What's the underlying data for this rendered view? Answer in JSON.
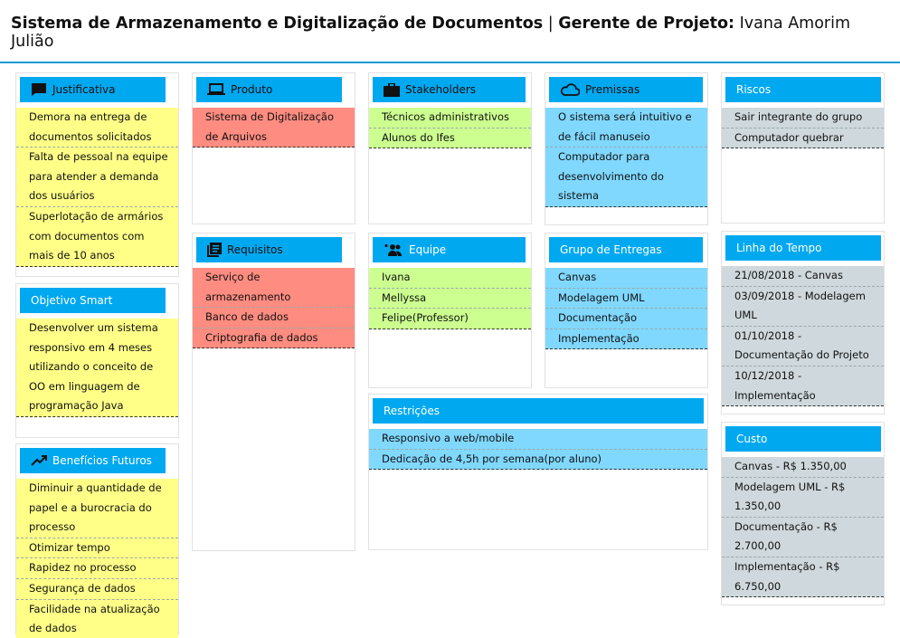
{
  "header": {
    "title": "Sistema de Armazenamento e Digitalização de Documentos",
    "separator": "|",
    "manager_label": "Gerente de Projeto:",
    "manager_name": "Ivana Amorim Julião"
  },
  "colors": {
    "header_blue": "#00a8f0",
    "yellow": "#ffff88",
    "red": "#ff8c80",
    "green": "#ccff90",
    "blue": "#80d8ff",
    "grey": "#cfd8dc"
  },
  "cards": {
    "justificativa": {
      "title": "Justificativa",
      "icon": "feedback-icon",
      "groups": [
        [
          "Demora na entrega de",
          "documentos solicitados"
        ],
        [
          "Falta de pessoal na equipe",
          "para atender a demanda",
          "dos usuários"
        ],
        [
          "Superlotação de armários",
          "com documentos com",
          "mais de 10 anos"
        ]
      ]
    },
    "objetivo": {
      "title": "Objetivo Smart",
      "icon": "",
      "groups": [
        [
          "Desenvolver um sistema",
          "responsivo em 4 meses",
          "utilizando o conceito de",
          "OO em linguagem de",
          "programação Java"
        ]
      ]
    },
    "beneficios": {
      "title": "Benefícios Futuros",
      "icon": "trending-up-icon",
      "groups": [
        [
          "Diminuir a quantidade de",
          "papel e a burocracia do",
          "processo"
        ],
        [
          "Otimizar tempo"
        ],
        [
          "Rapidez no processo"
        ],
        [
          "Segurança de dados"
        ],
        [
          "Facilidade na atualização",
          "de dados"
        ]
      ]
    },
    "produto": {
      "title": "Produto",
      "icon": "laptop-icon",
      "groups": [
        [
          "Sistema de Digitalização",
          "de Arquivos"
        ]
      ]
    },
    "requisitos": {
      "title": "Requisitos",
      "icon": "library-books-icon",
      "groups": [
        [
          "Serviço de",
          "armazenamento"
        ],
        [
          "Banco de dados"
        ],
        [
          "Criptografia de dados"
        ]
      ]
    },
    "stakeholders": {
      "title": "Stakeholders",
      "icon": "briefcase-icon",
      "groups": [
        [
          "Técnicos administrativos"
        ],
        [
          "Alunos do Ifes"
        ]
      ]
    },
    "equipe": {
      "title": "Equipe",
      "icon": "group-add-icon",
      "groups": [
        [
          "Ivana"
        ],
        [
          "Mellyssa"
        ],
        [
          "Felipe(Professor)"
        ]
      ]
    },
    "restricoes": {
      "title": "Restrições",
      "icon": "",
      "groups": [
        [
          "Responsivo a web/mobile"
        ],
        [
          "Dedicação de 4,5h por semana(por aluno)"
        ]
      ]
    },
    "premissas": {
      "title": "Premissas",
      "icon": "cloud-icon",
      "groups": [
        [
          "O sistema será intuitivo e",
          "de fácil manuseio"
        ],
        [
          "Computador para",
          "desenvolvimento do",
          "sistema"
        ]
      ]
    },
    "entregas": {
      "title": "Grupo de Entregas",
      "icon": "",
      "groups": [
        [
          "Canvas"
        ],
        [
          "Modelagem UML"
        ],
        [
          "Documentação"
        ],
        [
          "Implementação"
        ]
      ]
    },
    "riscos": {
      "title": "Riscos",
      "icon": "",
      "groups": [
        [
          "Sair integrante do grupo"
        ],
        [
          "Computador quebrar"
        ]
      ]
    },
    "tempo": {
      "title": "Linha do Tempo",
      "icon": "",
      "groups": [
        [
          "21/08/2018 - Canvas"
        ],
        [
          "03/09/2018 - Modelagem",
          "UML"
        ],
        [
          "01/10/2018 -",
          "Documentação do Projeto"
        ],
        [
          "10/12/2018 -",
          "Implementação"
        ]
      ]
    },
    "custo": {
      "title": "Custo",
      "icon": "",
      "groups": [
        [
          "Canvas - R$ 1.350,00"
        ],
        [
          "Modelagem UML - R$",
          "1.350,00"
        ],
        [
          "Documentação - R$",
          "2.700,00"
        ],
        [
          "Implementação - R$",
          "6.750,00"
        ]
      ]
    }
  }
}
